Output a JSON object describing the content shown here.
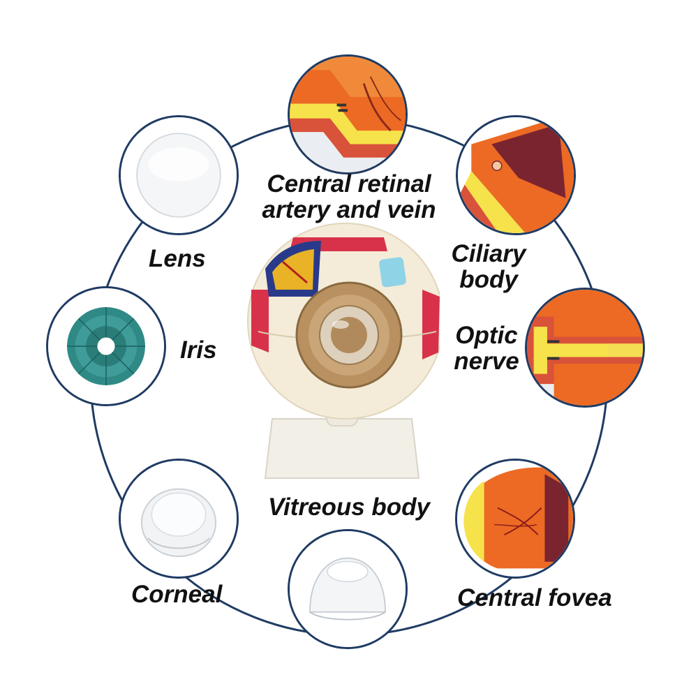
{
  "colors": {
    "ring": "#1f3b63",
    "label_text": "#111111",
    "sclera": "#f4ecd8",
    "muscle": "#d8324a",
    "retina_orange": "#ec6a24",
    "iris_teal": "#2f8a86"
  },
  "labels": {
    "central_retinal": [
      "Central retinal",
      "artery and vein"
    ],
    "ciliary": [
      "Ciliary",
      "body"
    ],
    "optic": [
      "Optic",
      "nerve"
    ],
    "lens": "Lens",
    "iris": "Iris",
    "vitreous": "Vitreous body",
    "corneal": "Corneal",
    "fovea": "Central fovea"
  },
  "icons": {
    "model": "eyeball-model-icon",
    "retinal": "retina-section-icon",
    "ciliary": "ciliary-section-icon",
    "optic": "optic-nerve-section-icon",
    "fovea": "fovea-section-icon",
    "lens": "lens-icon",
    "iris": "iris-icon",
    "cornea": "cornea-icon",
    "vitreous": "vitreous-icon"
  }
}
